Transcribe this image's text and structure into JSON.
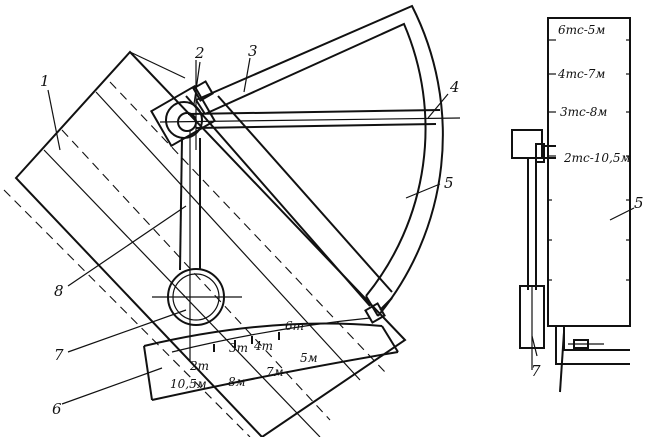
{
  "diagram": {
    "callouts": [
      "1",
      "2",
      "3",
      "4",
      "5",
      "6",
      "7",
      "8"
    ],
    "dial_marks": [
      {
        "load": "2т",
        "reach": "10,5м"
      },
      {
        "load": "3т",
        "reach": "8м"
      },
      {
        "load": "4т",
        "reach": "7м"
      },
      {
        "load": "6т",
        "reach": "5м"
      }
    ],
    "side_view": {
      "scale_labels": [
        "6тс-5м",
        "4тс-7м",
        "3тс-8м",
        "2тс-10,5м"
      ],
      "callouts": [
        "5",
        "7"
      ]
    }
  }
}
